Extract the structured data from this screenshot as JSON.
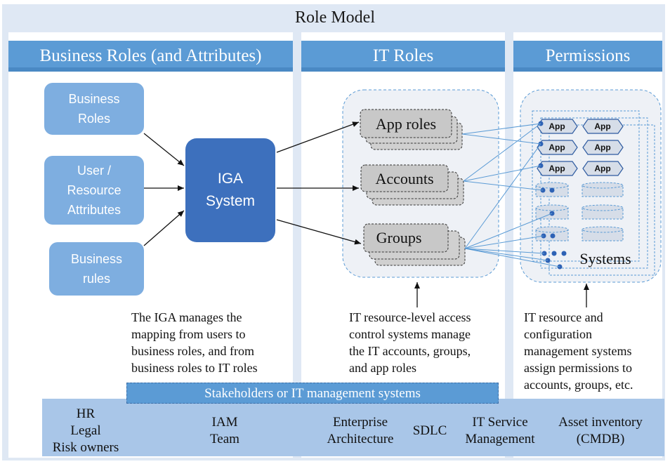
{
  "title": "Role Model",
  "columns": {
    "business": "Business Roles (and Attributes)",
    "it_roles": "IT Roles",
    "permissions": "Permissions"
  },
  "inputs": {
    "business_roles": [
      "Business",
      "Roles"
    ],
    "attributes": [
      "User /",
      "Resource",
      "Attributes"
    ],
    "business_rules": [
      "Business",
      "rules"
    ]
  },
  "iga": [
    "IGA",
    "System"
  ],
  "it_items": {
    "app_roles": "App roles",
    "accounts": "Accounts",
    "groups": "Groups"
  },
  "perm": {
    "app_label": "App",
    "systems": "Systems"
  },
  "descriptions": {
    "business": [
      "The IGA manages the",
      "mapping from users to",
      "business roles, and from",
      "business roles to IT roles"
    ],
    "it_roles": [
      "IT resource-level access",
      "control systems manage",
      "the IT accounts, groups,",
      "and app roles"
    ],
    "permissions": [
      "IT resource and",
      "configuration",
      "management systems",
      "assign permissions to",
      "accounts, groups, etc."
    ]
  },
  "stakeholders_label": "Stakeholders or IT management systems",
  "stakeholders": {
    "hr": [
      "HR",
      "Legal",
      "Risk owners"
    ],
    "iam": [
      "IAM",
      "Team"
    ],
    "ea": [
      "Enterprise",
      "Architecture"
    ],
    "sdlc": "SDLC",
    "itsm": [
      "IT Service",
      "Management"
    ],
    "asset": [
      "Asset inventory",
      "(CMDB)"
    ]
  },
  "colors": {
    "header": "#5b9bd5",
    "light_box": "#7eaee0",
    "iga": "#3d70bd",
    "band": "#a9c6e8",
    "frame": "#dfe8f4"
  }
}
